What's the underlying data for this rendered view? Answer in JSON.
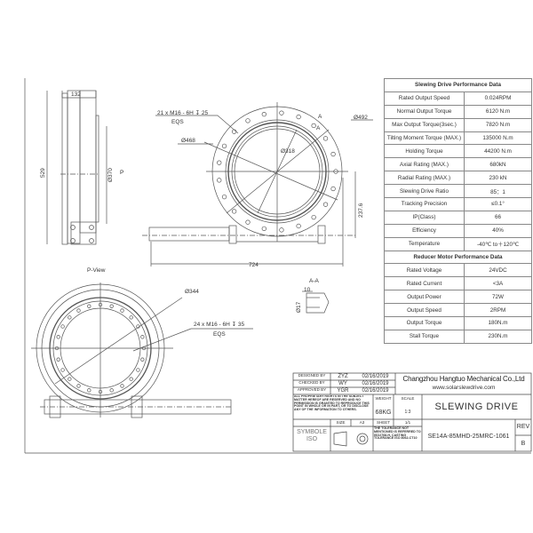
{
  "drawing": {
    "side_view": {
      "width_dim": "132",
      "height_dim": "529",
      "bore_dim": "Ø370",
      "arrow_label": "P",
      "view_label": "P-View"
    },
    "front_view": {
      "hole_callout": "21 x M16 - 6H ↧ 25",
      "hole_eqs": "EQS",
      "dia_468": "Ø468",
      "dia_318": "Ø318",
      "dia_492": "Ø492",
      "section_mark": "A",
      "height_dim": "237.6",
      "width_dim": "724"
    },
    "section_view": {
      "title": "A-A",
      "dim_10": "10",
      "dim_17": "Ø17"
    },
    "bottom_view": {
      "dia_344": "Ø344",
      "hole_callout": "24 x M16 - 6H ↧ 35",
      "hole_eqs": "EQS"
    }
  },
  "slewing_table": {
    "title": "Slewing Drive Performance Data",
    "rows": [
      [
        "Rated Output Speed",
        "0.024RPM"
      ],
      [
        "Normal Output Torque",
        "6120 N.m"
      ],
      [
        "Max Output Torque(3sec.)",
        "7820 N.m"
      ],
      [
        "Tilting Moment Torque (MAX.)",
        "135000 N.m"
      ],
      [
        "Holding Torque",
        "44200 N.m"
      ],
      [
        "Axial Rating  (MAX.)",
        "680kN"
      ],
      [
        "Radial Rating  (MAX.)",
        "230 kN"
      ],
      [
        "Slewing Drive Ratio",
        "85：1"
      ],
      [
        "Tracking Precision",
        "≤0.1°"
      ],
      [
        "IP(Class)",
        "66"
      ],
      [
        "Efficiency",
        "40%"
      ],
      [
        "Temperature",
        "-40℃ to＋120℃"
      ]
    ]
  },
  "motor_table": {
    "title": "Reducer Motor Performance Data",
    "rows": [
      [
        "Rated Voltage",
        "24VDC"
      ],
      [
        "Rated Current",
        "<3A"
      ],
      [
        "Output Power",
        "72W"
      ],
      [
        "Output Speed",
        "2RPM"
      ],
      [
        "Output Torque",
        "180N.m"
      ],
      [
        "Stall Torque",
        "230N.m"
      ]
    ]
  },
  "title_block": {
    "designed_label": "DESIGNED BY",
    "designed_by": "ZYZ",
    "designed_date": "02/16/2019",
    "checked_label": "CHECKED BY",
    "checked_by": "WY",
    "checked_date": "02/16/2019",
    "approved_label": "APPROVED BY",
    "approved_by": "YGR",
    "approved_date": "02/16/2019",
    "company": "Changzhou Hangtuo Mechanical Co.,Ltd",
    "website": "www.solarslewdrive.com",
    "rights_note": "ALL PROPRIETARY RIGHTS IN THE SUBJECT MATTER HEREOF ARE RESERVED AND NO PERMISSION IS GRANTED TO REPRODUCE THIS POINT IN WHOLE OR IN PART, OR TO DISCLOSE ANY OF THE INFORMATION TO OTHERS.",
    "weight_label": "WEIGHT",
    "weight": "68KG",
    "scale_label": "SCALE",
    "scale": "1:3",
    "product": "SLEWING DRIVE",
    "size_label": "SIZE",
    "size": "A3",
    "sheet_label": "SHEET",
    "sheet": "1/1",
    "symbol_label": "SYMBOLE ISO",
    "tolerance_note": "THE TOLERANCE NOT MENTIONED IS REFERRED TO ISO2768-H, CASTING TOLERANCE ISO 8062-CT10",
    "part_number": "SE14A-85MHD-25MRC-1061",
    "rev_label": "REV",
    "rev": "B"
  }
}
